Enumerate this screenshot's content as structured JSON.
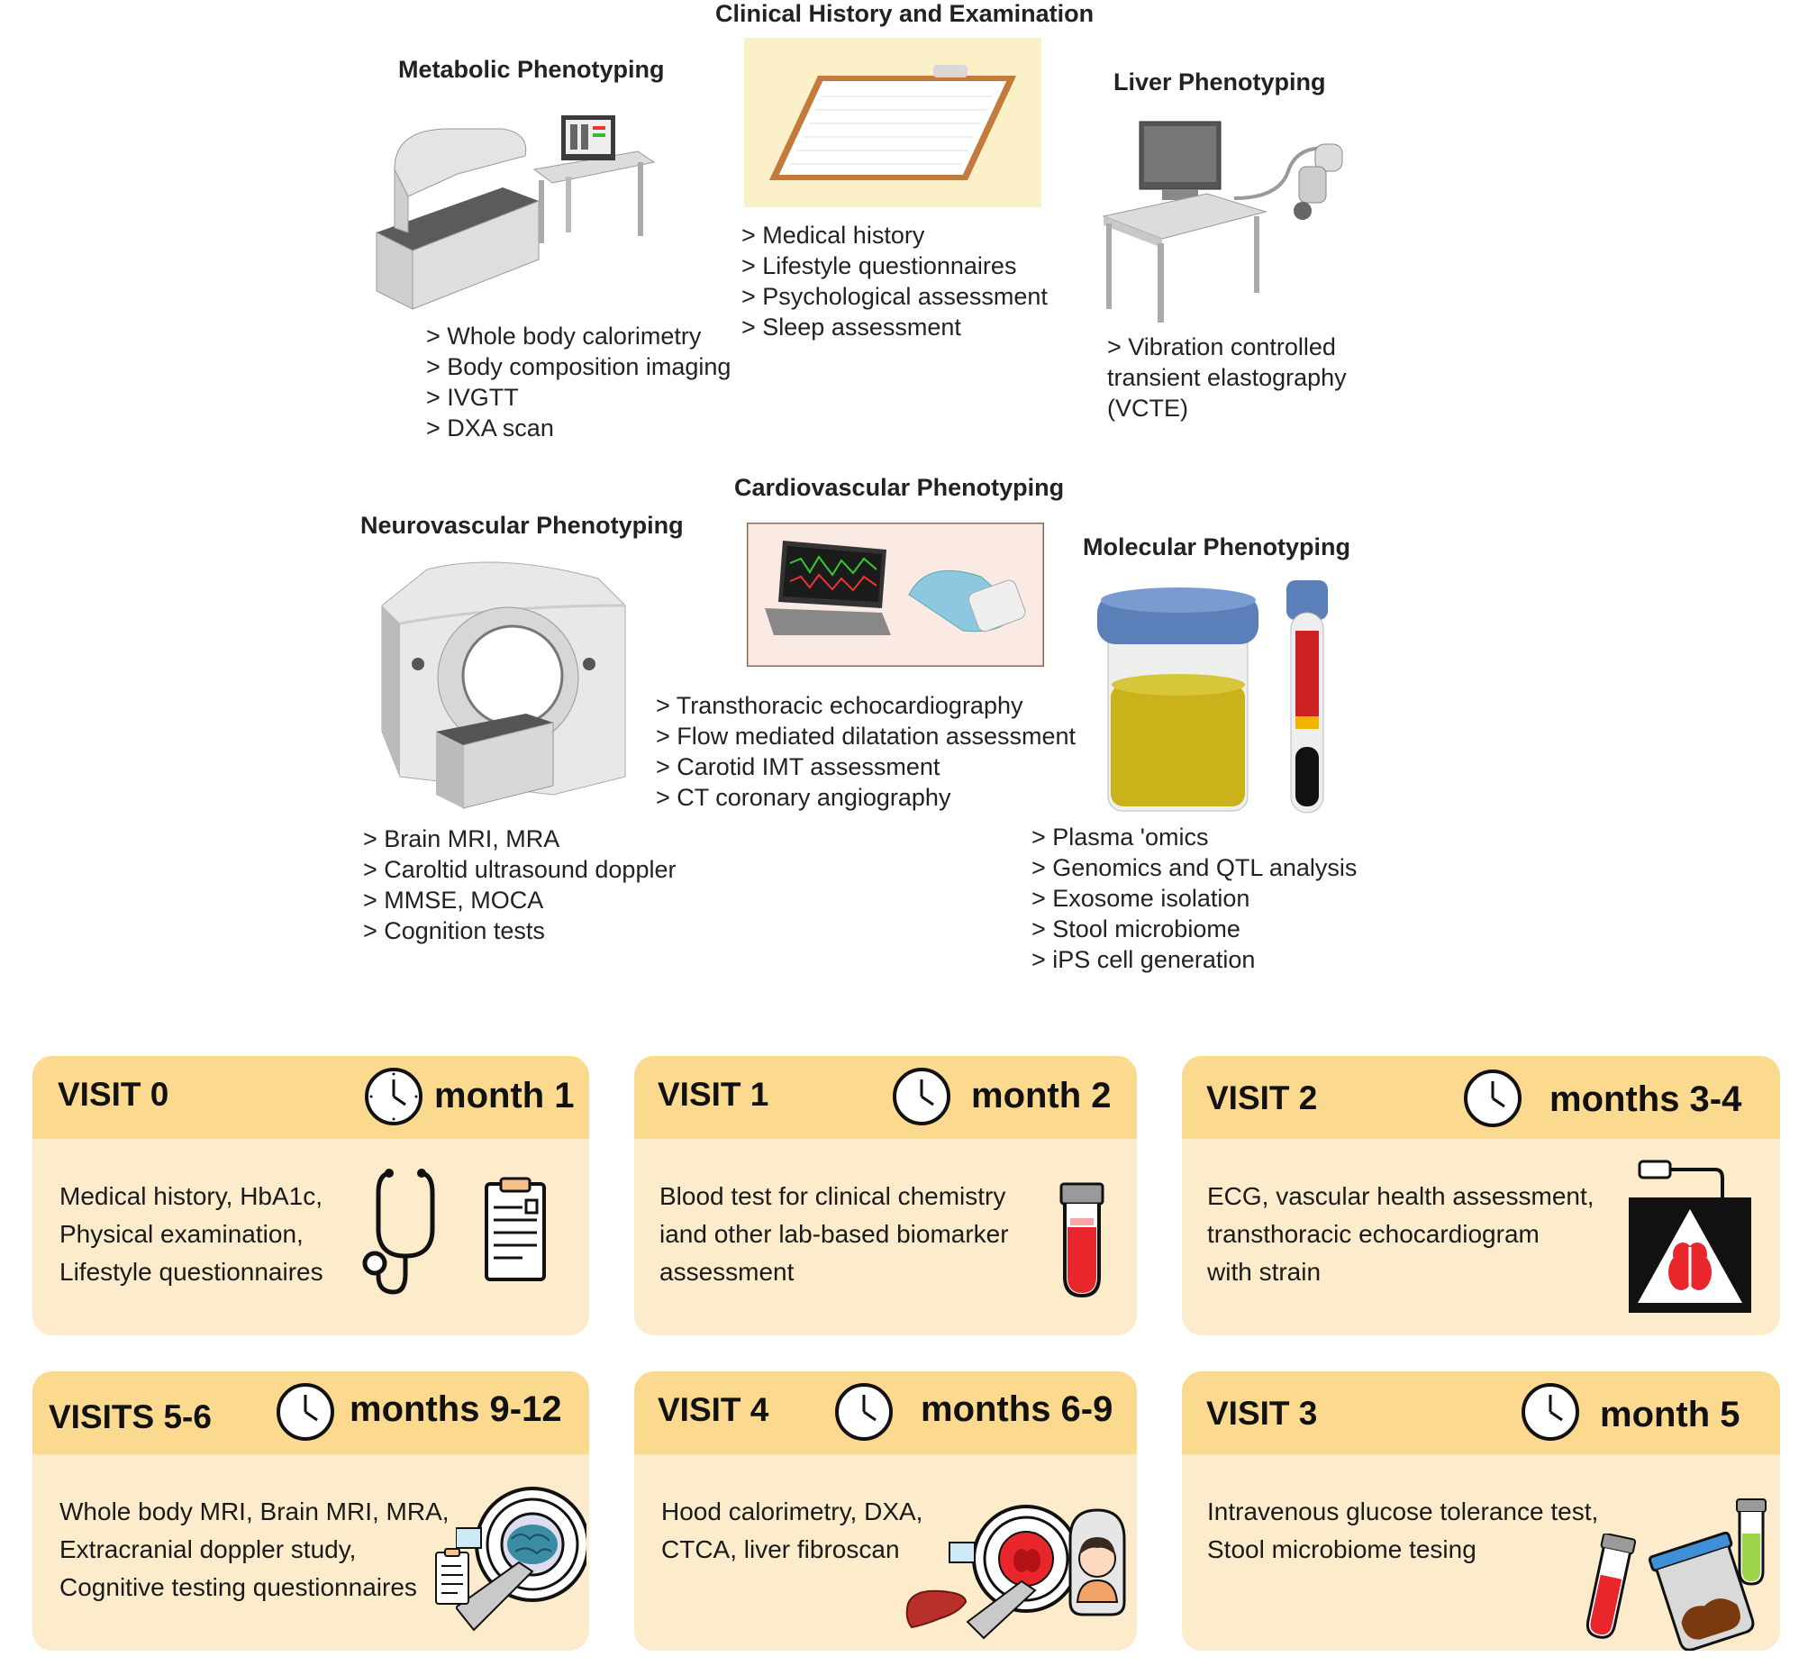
{
  "phenotyping": {
    "clinical": {
      "title": "Clinical History and Examination",
      "items": "> Medical history\n> Lifestyle questionnaires\n> Psychological assessment\n> Sleep assessment"
    },
    "metabolic": {
      "title": "Metabolic Phenotyping",
      "items": "> Whole body calorimetry\n> Body composition imaging\n> IVGTT\n> DXA scan"
    },
    "liver": {
      "title": "Liver Phenotyping",
      "items": "> Vibration controlled\ntransient elastography\n(VCTE)"
    },
    "cardiovascular": {
      "title": "Cardiovascular Phenotyping",
      "items": "> Transthoracic echocardiography\n> Flow mediated dilatation assessment\n> Carotid IMT assessment\n> CT coronary angiography"
    },
    "neurovascular": {
      "title": "Neurovascular Phenotyping",
      "items": "> Brain MRI, MRA\n> Caroltid ultrasound doppler\n> MMSE, MOCA\n> Cognition tests"
    },
    "molecular": {
      "title": "Molecular Phenotyping",
      "items": "> Plasma 'omics\n> Genomics and QTL analysis\n> Exosome isolation\n> Stool microbiome\n> iPS cell generation"
    }
  },
  "visits": [
    {
      "label": "VISIT 0",
      "time": "month 1",
      "description": "Medical history, HbA1c,\nPhysical examination,\nLifestyle questionnaires",
      "icons": [
        "stethoscope-icon",
        "clipboard-icon"
      ]
    },
    {
      "label": "VISIT 1",
      "time": "month 2",
      "description": " Blood test for clinical chemistry\niand other lab-based biomarker\nassessment",
      "icons": [
        "blood-tube-icon"
      ]
    },
    {
      "label": "VISIT 2",
      "time": "months 3-4",
      "description": "ECG, vascular health assessment,\ntransthoracic echocardiogram\nwith strain",
      "icons": [
        "echocardiogram-icon"
      ]
    },
    {
      "label": "VISITS 5-6",
      "time": "months 9-12",
      "description": "Whole body MRI, Brain MRI, MRA,\nExtracranial doppler study,\nCognitive testing questionnaires",
      "icons": [
        "mri-brain-icon",
        "clipboard-icon"
      ]
    },
    {
      "label": "VISIT 4",
      "time": "months 6-9",
      "description": "Hood calorimetry, DXA,\nCTCA, liver fibroscan",
      "icons": [
        "ct-scanner-icon",
        "liver-icon",
        "person-hood-icon"
      ]
    },
    {
      "label": "VISIT 3",
      "time": "month 5",
      "description": "Intravenous glucose tolerance test,\nStool microbiome tesing",
      "icons": [
        "blood-tube-icon",
        "stool-jar-icon",
        "green-tube-icon"
      ]
    }
  ],
  "colors": {
    "card_header": "#fbd98f",
    "card_body": "#fdeccb",
    "blood_red": "#e8262b",
    "cap_blue": "#5b7fb8",
    "urine_yellow": "#c9b21a"
  }
}
